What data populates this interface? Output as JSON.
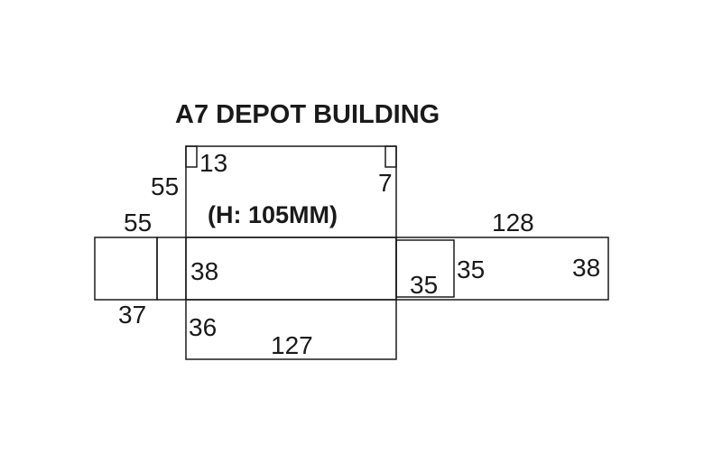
{
  "title": "A7  DEPOT BUILDING",
  "height_label": "(H: 105MM)",
  "dimensions": {
    "roof_tab": "13",
    "roof_height_left": "55",
    "roof_corner_right": "7",
    "left_flap_width": "55",
    "left_flap_bottom": "37",
    "wall_height": "38",
    "front_depth": "36",
    "front_length": "127",
    "right_length": "128",
    "right_height": "38",
    "inner_flap_height": "35",
    "inner_flap_width": "35"
  }
}
